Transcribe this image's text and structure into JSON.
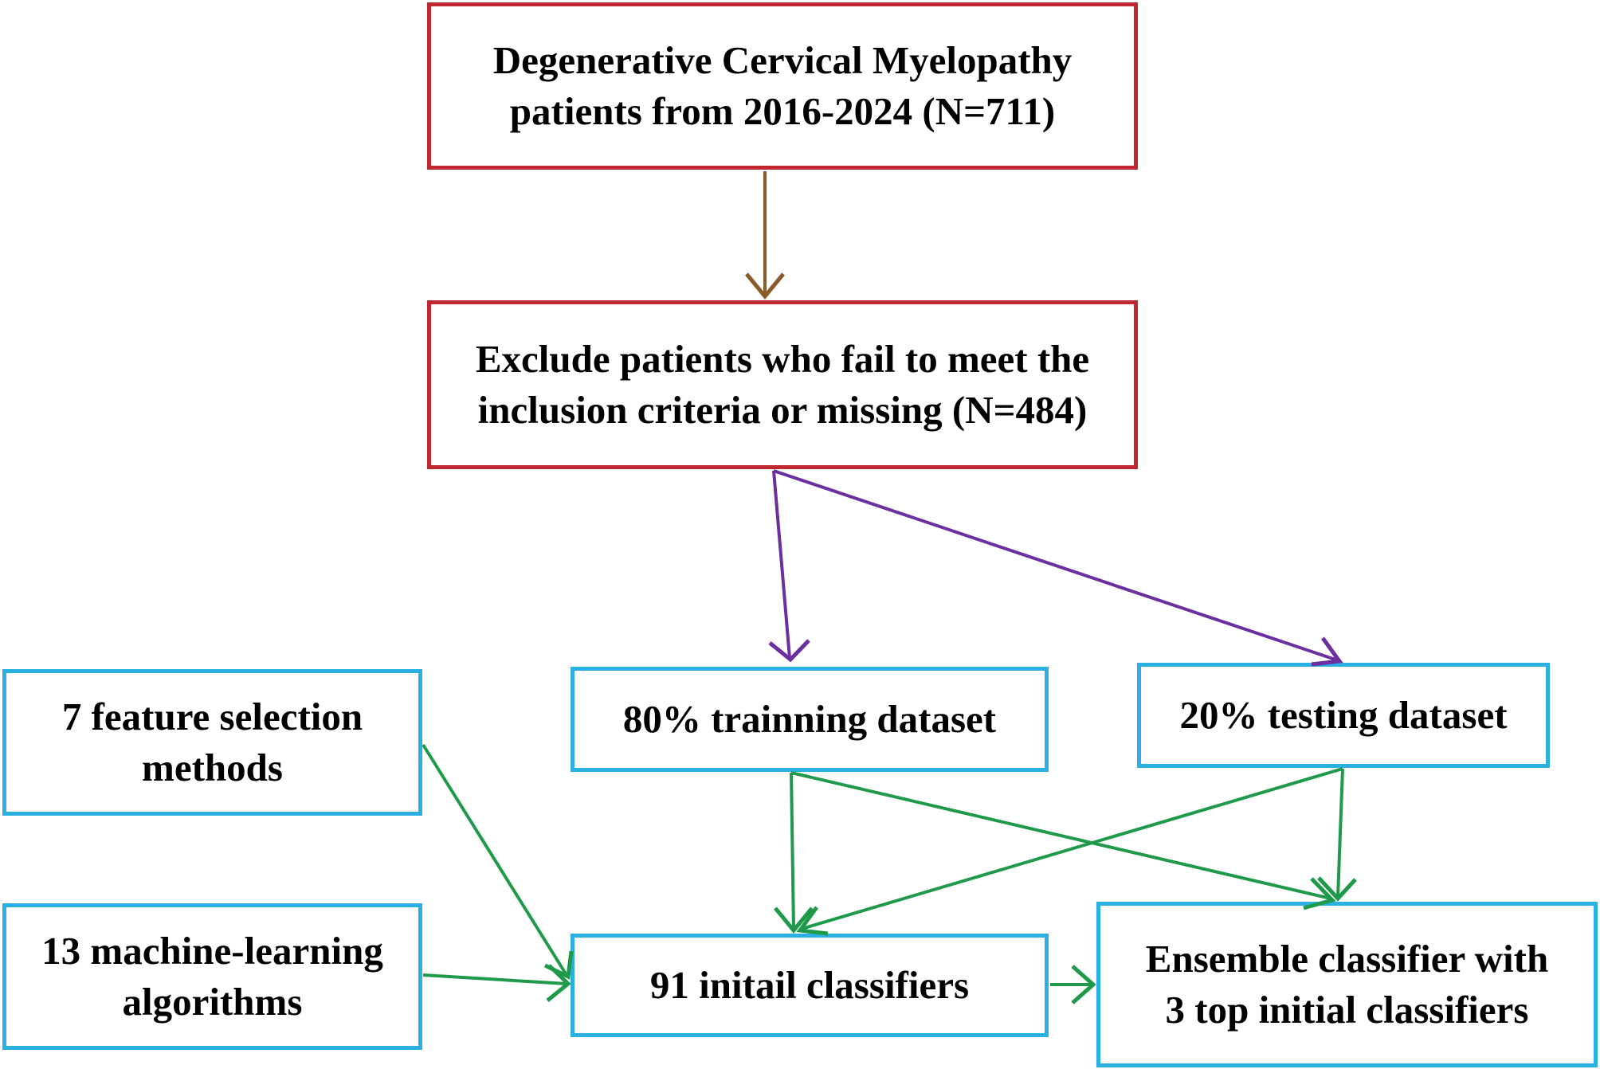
{
  "colors": {
    "red_border": "#c0282f",
    "blue_border": "#2bb0e4",
    "brown_arrow": "#8b5a2b",
    "purple_arrow": "#6b2fa0",
    "green_arrow": "#1f9a4a"
  },
  "nodes": {
    "dcm_patients": "Degenerative Cervical Myelopathy\npatients from 2016-2024 (N=711)",
    "exclude_patients": "Exclude patients who fail to meet the\ninclusion criteria or missing (N=484)",
    "training": "80% trainning dataset",
    "testing": "20% testing dataset",
    "feature_selection": "7 feature selection\nmethods",
    "ml_algorithms": "13 machine-learning\nalgorithms",
    "initial_classifiers": "91 initail classifiers",
    "ensemble": "Ensemble classifier with\n3 top initial classifiers"
  }
}
